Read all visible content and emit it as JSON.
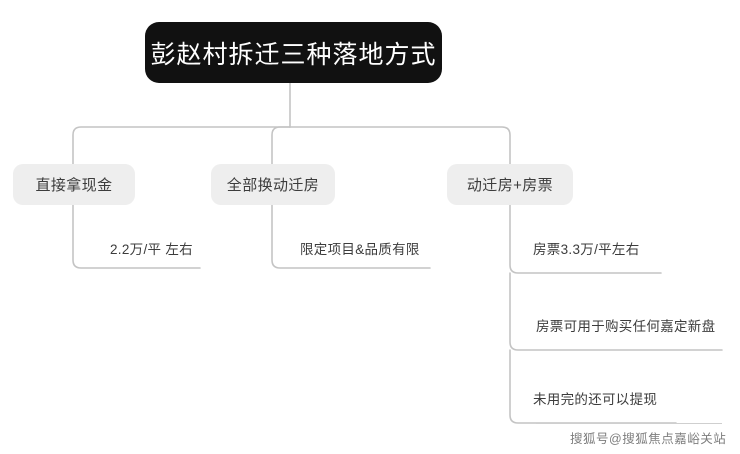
{
  "diagram": {
    "type": "tree-mindmap",
    "orientation": "top-down",
    "root": {
      "label": "彭赵村拆迁三种落地方式",
      "background_color": "#111111",
      "text_color": "#ffffff"
    },
    "branch_background_color": "#eeeeee",
    "branch_text_color": "#3c3c3c",
    "connector_color": "#c4c4c4",
    "branches": [
      {
        "label": "直接拿现金",
        "leaves": [
          {
            "label": "2.2万/平 左右"
          }
        ]
      },
      {
        "label": "全部换动迁房",
        "leaves": [
          {
            "label": "限定项目&品质有限"
          }
        ]
      },
      {
        "label": "动迁房+房票",
        "leaves": [
          {
            "label": "房票3.3万/平左右"
          },
          {
            "label": "房票可用于购买任何嘉定新盘"
          },
          {
            "label": "未用完的还可以提现"
          }
        ]
      }
    ]
  },
  "watermark": {
    "text": "搜狐号@搜狐焦点嘉峪关站"
  }
}
